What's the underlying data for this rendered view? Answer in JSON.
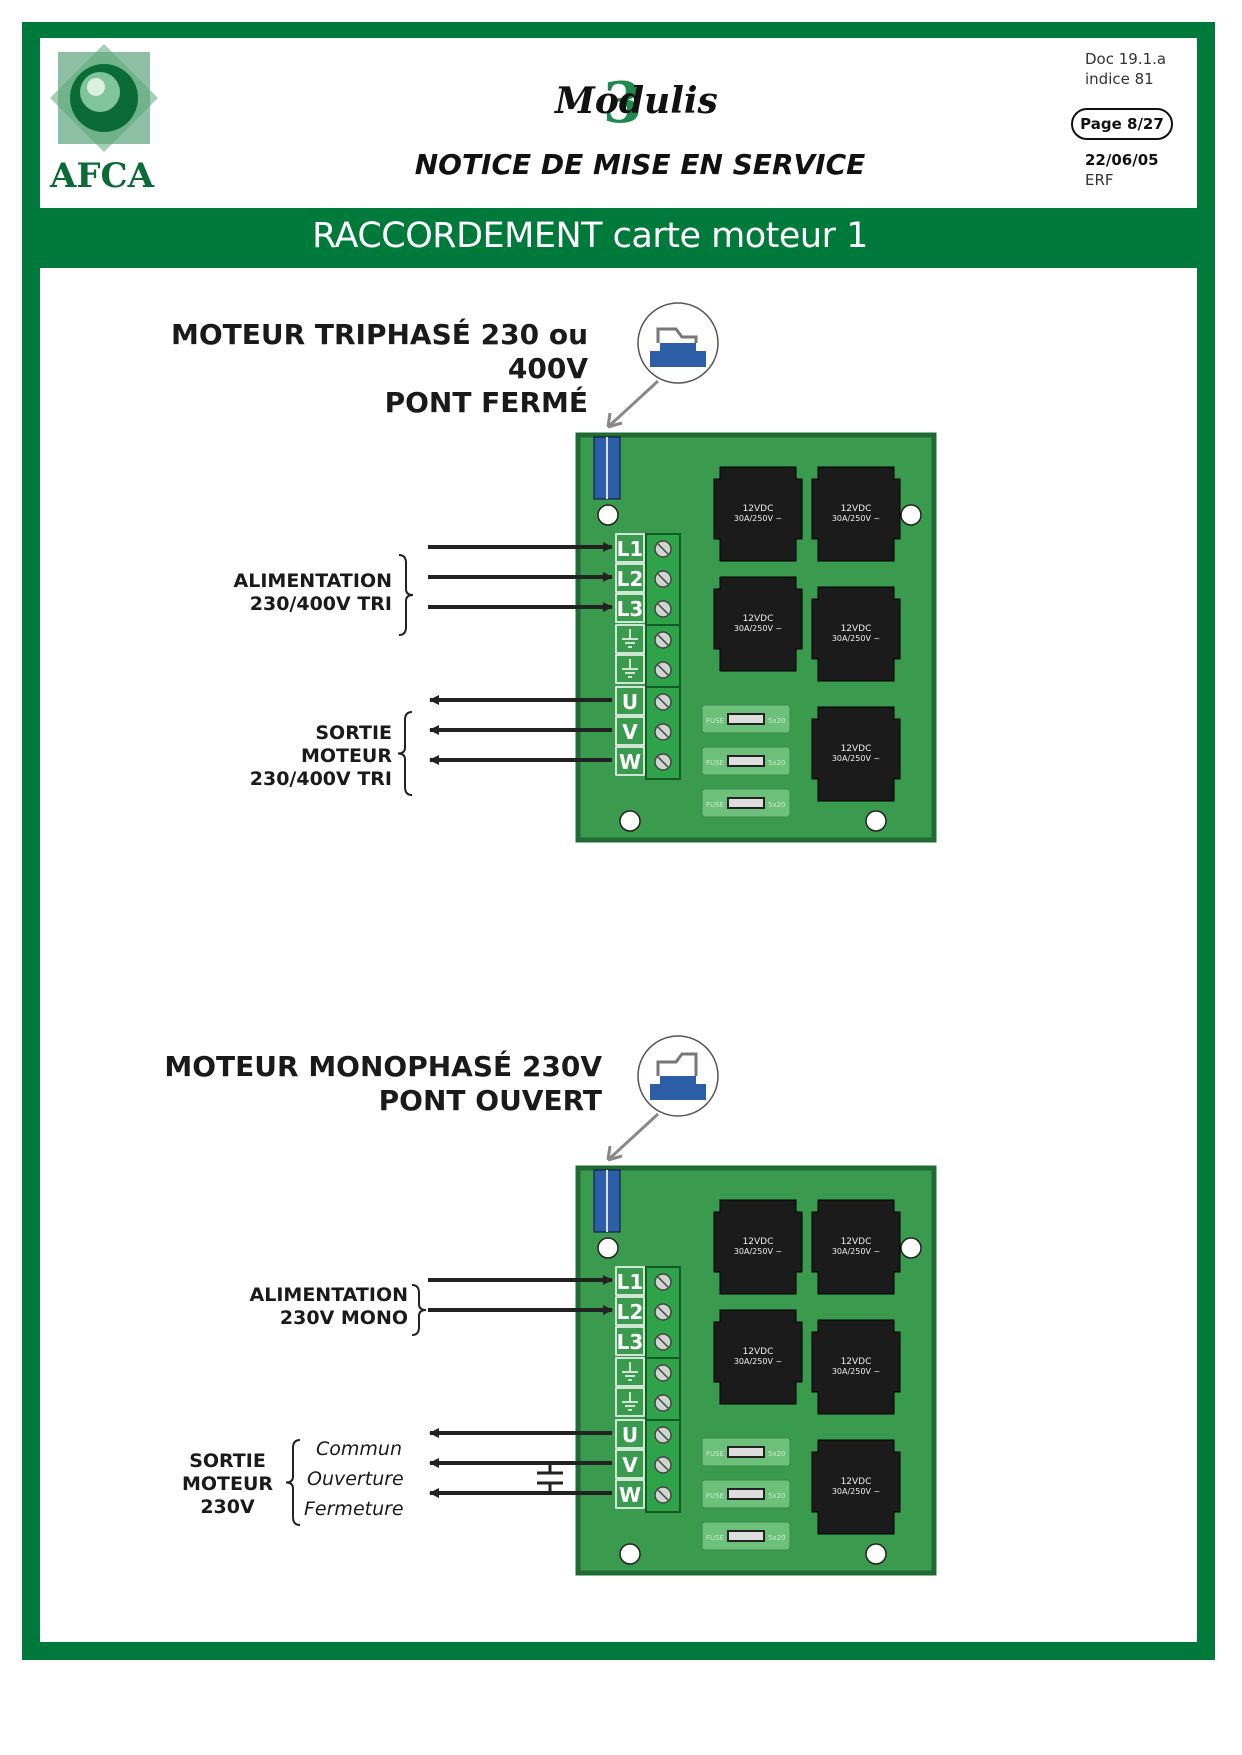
{
  "colors": {
    "brand_green": "#007a3a",
    "board_green": "#3a9a4e",
    "relay_black": "#1b1b1b"
  },
  "header": {
    "logo_text": "AFCA",
    "brand_name": "Modulis",
    "brand_number": "3",
    "notice_title": "NOTICE DE MISE EN SERVICE",
    "doc_ref": "Doc 19.1.a",
    "indice": "indice 81",
    "page": "Page 8/27",
    "date": "22/06/05",
    "author": "ERF"
  },
  "section_title": "RACCORDEMENT carte moteur 1",
  "diagram1": {
    "title_line1": "MOTEUR TRIPHASÉ 230 ou 400V",
    "title_line2": "PONT  FERMÉ",
    "input_label_line1": "ALIMENTATION",
    "input_label_line2": "230/400V TRI",
    "output_label_line1": "SORTIE",
    "output_label_line2": "MOTEUR",
    "output_label_line3": "230/400V TRI"
  },
  "diagram2": {
    "title_line1": "MOTEUR MONOPHASÉ 230V",
    "title_line2": "PONT OUVERT",
    "input_label_line1": "ALIMENTATION",
    "input_label_line2": "230V MONO",
    "output_label_line1": "SORTIE",
    "output_label_line2": "MOTEUR",
    "output_label_line3": "230V",
    "wire_commun": "Commun",
    "wire_ouverture": "Ouverture",
    "wire_fermeture": "Fermeture"
  },
  "board": {
    "terminals": [
      "L1",
      "L2",
      "L3",
      "U",
      "V",
      "W"
    ],
    "relay_voltage": "12VDC",
    "relay_rating": "30A/250V",
    "fuse_left": "FUSE",
    "fuse_right": "5x20"
  }
}
